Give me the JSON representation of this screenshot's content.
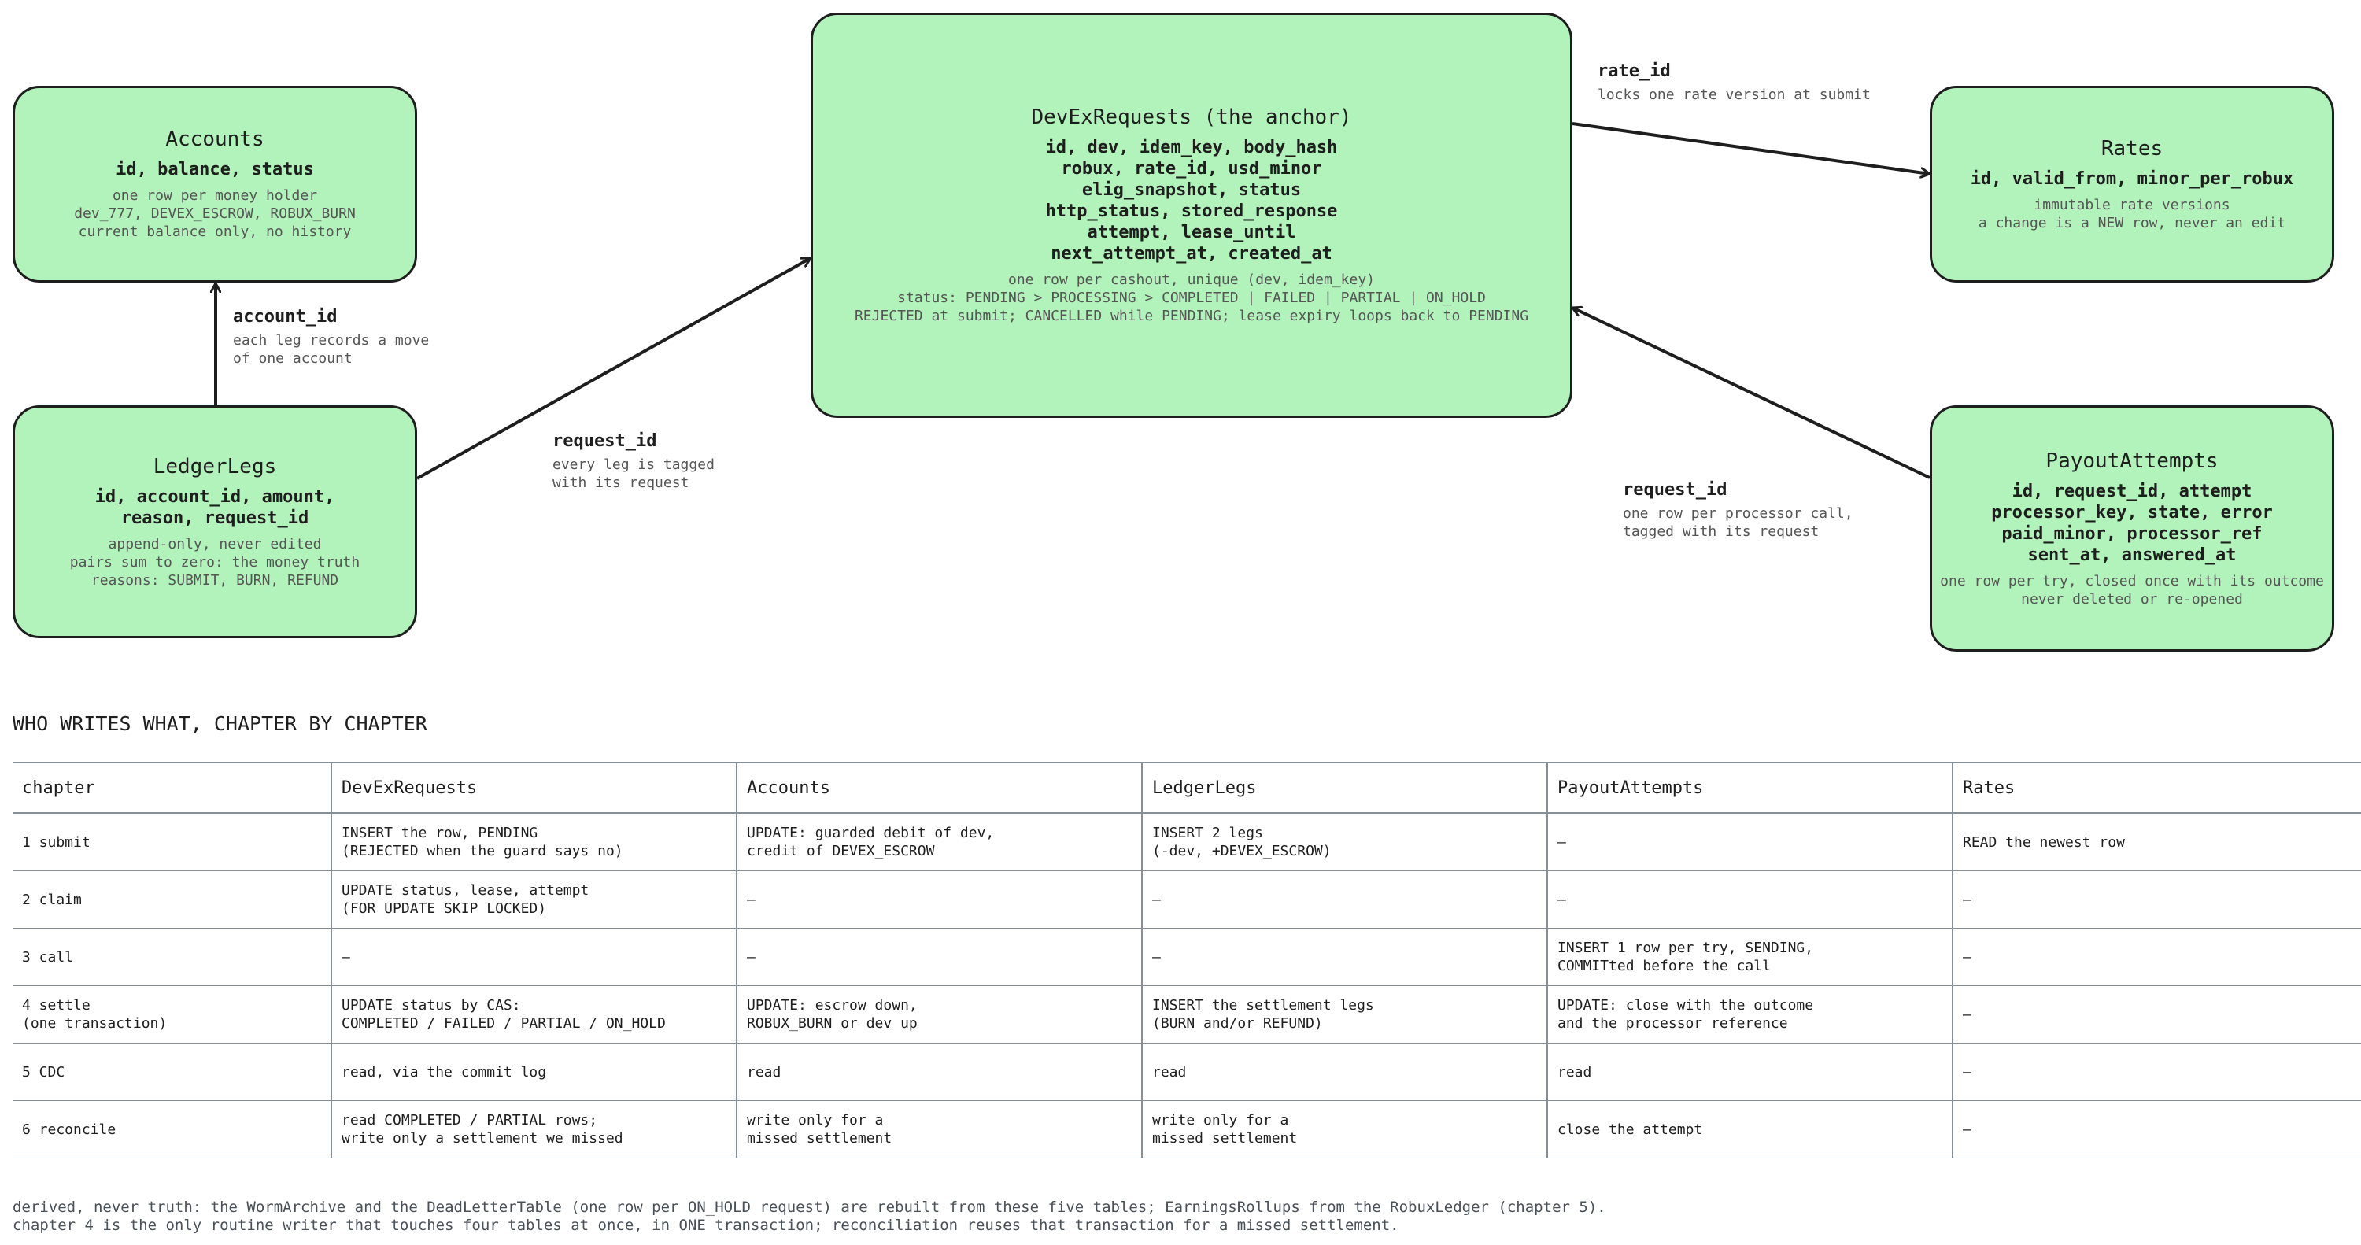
{
  "entities": [
    {
      "id": "accounts",
      "title": "Accounts",
      "fields": "id, balance, status",
      "notes": "one row per money holder\ndev_777, DEVEX_ESCROW, ROBUX_BURN\ncurrent balance only, no history"
    },
    {
      "id": "ledgerlegs",
      "title": "LedgerLegs",
      "fields": "id, account_id, amount,\nreason, request_id",
      "notes": "append-only, never edited\npairs sum to zero: the money truth\nreasons: SUBMIT, BURN, REFUND"
    },
    {
      "id": "devexrequests",
      "title": "DevExRequests (the anchor)",
      "fields": "id, dev, idem_key, body_hash\nrobux, rate_id, usd_minor\nelig_snapshot, status\nhttp_status, stored_response\nattempt, lease_until\nnext_attempt_at, created_at",
      "notes": "one row per cashout, unique (dev, idem_key)\nstatus: PENDING > PROCESSING > COMPLETED | FAILED | PARTIAL | ON_HOLD\nREJECTED at submit; CANCELLED while PENDING; lease expiry loops back to PENDING"
    },
    {
      "id": "rates",
      "title": "Rates",
      "fields": "id, valid_from, minor_per_robux",
      "notes": "immutable rate versions\na change is a NEW row, never an edit"
    },
    {
      "id": "payoutattempts",
      "title": "PayoutAttempts",
      "fields": "id, request_id, attempt\nprocessor_key, state, error\npaid_minor, processor_ref\nsent_at, answered_at",
      "notes": "one row per try, closed once with its outcome\nnever deleted or re-opened"
    }
  ],
  "relations": [
    {
      "from": "ledgerlegs",
      "to": "accounts",
      "label": "account_id",
      "description": "each leg records a move\nof one account"
    },
    {
      "from": "ledgerlegs",
      "to": "devexrequests",
      "label": "request_id",
      "description": "every leg is tagged\nwith its request"
    },
    {
      "from": "devexrequests",
      "to": "rates",
      "label": "rate_id",
      "description": "locks one rate version at submit"
    },
    {
      "from": "payoutattempts",
      "to": "devexrequests",
      "label": "request_id",
      "description": "one row per processor call,\ntagged with its request"
    }
  ],
  "table": {
    "title": "WHO WRITES WHAT, CHAPTER BY CHAPTER",
    "headers": [
      "chapter",
      "DevExRequests",
      "Accounts",
      "LedgerLegs",
      "PayoutAttempts",
      "Rates"
    ],
    "rows": [
      [
        "1 submit",
        "INSERT the row, PENDING\n(REJECTED when the guard says no)",
        "UPDATE: guarded debit of dev,\ncredit of DEVEX_ESCROW",
        "INSERT 2 legs\n(-dev, +DEVEX_ESCROW)",
        "–",
        "READ the newest row"
      ],
      [
        "2 claim",
        "UPDATE status, lease, attempt\n(FOR UPDATE SKIP LOCKED)",
        "–",
        "–",
        "–",
        "–"
      ],
      [
        "3 call",
        "–",
        "–",
        "–",
        "INSERT 1 row per try, SENDING,\nCOMMITted before the call",
        "–"
      ],
      [
        "4 settle\n(one transaction)",
        "UPDATE status by CAS:\nCOMPLETED / FAILED / PARTIAL / ON_HOLD",
        "UPDATE: escrow down,\nROBUX_BURN or dev up",
        "INSERT the settlement legs\n(BURN and/or REFUND)",
        "UPDATE: close with the outcome\nand the processor reference",
        "–"
      ],
      [
        "5 CDC",
        "read, via the commit log",
        "read",
        "read",
        "read",
        "–"
      ],
      [
        "6 reconcile",
        "read COMPLETED / PARTIAL rows;\nwrite only a settlement we missed",
        "write only for a\nmissed settlement",
        "write only for a\nmissed settlement",
        "close the attempt",
        "–"
      ]
    ]
  },
  "footer_notes": [
    "derived, never truth: the WormArchive and the DeadLetterTable (one row per ON_HOLD request) are rebuilt from these five tables; EarningsRollups from the RobuxLedger (chapter 5).",
    "chapter 4 is the only routine writer that touches four tables at once, in ONE transaction; reconciliation reuses that transaction for a missed settlement."
  ]
}
